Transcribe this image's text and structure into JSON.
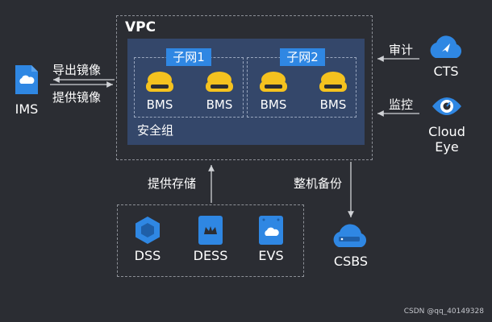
{
  "vpc": {
    "title": "VPC",
    "security_group": "安全组",
    "subnets": [
      {
        "label": "子网1",
        "hosts": [
          "BMS",
          "BMS"
        ]
      },
      {
        "label": "子网2",
        "hosts": [
          "BMS",
          "BMS"
        ]
      }
    ]
  },
  "ims": {
    "label": "IMS",
    "export_label": "导出镜像",
    "provide_label": "提供镜像"
  },
  "cts": {
    "label": "CTS",
    "edge_label": "审计"
  },
  "cloud_eye": {
    "label_line1": "Cloud",
    "label_line2": "Eye",
    "edge_label": "监控"
  },
  "storage": {
    "edge_label": "提供存储",
    "items": [
      "DSS",
      "DESS",
      "EVS"
    ]
  },
  "csbs": {
    "label": "CSBS",
    "edge_label": "整机备份"
  },
  "watermark": "CSDN @qq_40149328",
  "colors": {
    "background": "#2b2d33",
    "vpc_inner": "#34476a",
    "accent_blue": "#2f87e3",
    "bms_yellow": "#f4c21f"
  }
}
